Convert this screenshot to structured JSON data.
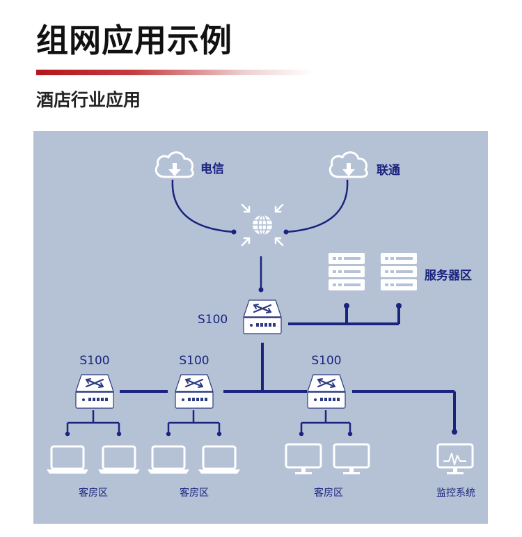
{
  "header": {
    "title": "组网应用示例",
    "subtitle": "酒店行业应用"
  },
  "diagram": {
    "isp_left": "电信",
    "isp_right": "联通",
    "core_switch": "S100",
    "server_area": "服务器区",
    "switch_left": "S100",
    "switch_mid": "S100",
    "switch_right": "S100",
    "guest_room_1": "客房区",
    "guest_room_2": "客房区",
    "guest_room_3": "客房区",
    "monitoring": "监控系统"
  },
  "colors": {
    "accent": "#b3161c",
    "diagram_bg": "#b5c2d6",
    "line": "#1a237e",
    "icon_fill": "#ffffff"
  }
}
